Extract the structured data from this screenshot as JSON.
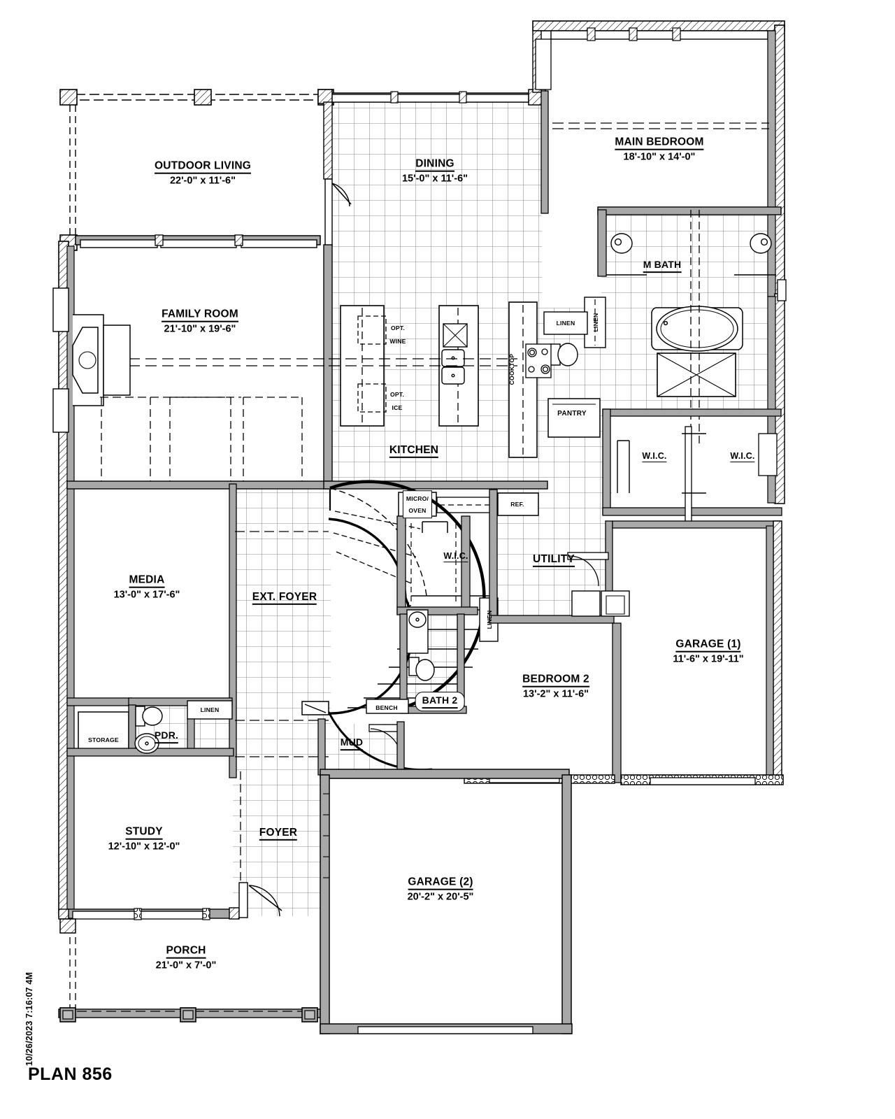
{
  "document": {
    "title": "PLAN 856",
    "datestamp": "10/26/2023 7:16:07 4M",
    "type": "architectural-floor-plan"
  },
  "rooms": [
    {
      "id": "outdoor-living",
      "name": "OUTDOOR LIVING",
      "dimensions": "22'-0\" x 11'-6\""
    },
    {
      "id": "dining",
      "name": "DINING",
      "dimensions": "15'-0\" x 11'-6\""
    },
    {
      "id": "main-bedroom",
      "name": "MAIN BEDROOM",
      "dimensions": "18'-10\" x 14'-0\""
    },
    {
      "id": "family-room",
      "name": "FAMILY ROOM",
      "dimensions": "21'-10\" x 19'-6\""
    },
    {
      "id": "kitchen",
      "name": "KITCHEN",
      "dimensions": ""
    },
    {
      "id": "m-bath",
      "name": "M BATH",
      "dimensions": ""
    },
    {
      "id": "media",
      "name": "MEDIA",
      "dimensions": "13'-0\" x 17'-6\""
    },
    {
      "id": "ext-foyer",
      "name": "EXT. FOYER",
      "dimensions": ""
    },
    {
      "id": "utility",
      "name": "UTILITY",
      "dimensions": ""
    },
    {
      "id": "garage-1",
      "name": "GARAGE (1)",
      "dimensions": "11'-6\" x 19'-11\""
    },
    {
      "id": "bedroom-2",
      "name": "BEDROOM 2",
      "dimensions": "13'-2\" x 11'-6\""
    },
    {
      "id": "study",
      "name": "STUDY",
      "dimensions": "12'-10\" x 12'-0\""
    },
    {
      "id": "foyer",
      "name": "FOYER",
      "dimensions": ""
    },
    {
      "id": "garage-2",
      "name": "GARAGE (2)",
      "dimensions": "20'-2\" x 20'-5\""
    },
    {
      "id": "porch",
      "name": "PORCH",
      "dimensions": "21'-0\" x 7'-0\""
    },
    {
      "id": "pdr",
      "name": "PDR.",
      "dimensions": ""
    },
    {
      "id": "mud",
      "name": "MUD",
      "dimensions": ""
    },
    {
      "id": "bath-2",
      "name": "BATH 2",
      "dimensions": ""
    }
  ],
  "closets": [
    {
      "id": "wic-main-left",
      "name": "W.I.C."
    },
    {
      "id": "wic-main-right",
      "name": "W.I.C."
    },
    {
      "id": "wic-bedroom2",
      "name": "W.I.C."
    },
    {
      "id": "pantry",
      "name": "PANTRY"
    },
    {
      "id": "linen-bath-h",
      "name": "LINEN"
    },
    {
      "id": "linen-bath-v",
      "name": "LINEN"
    },
    {
      "id": "linen-mbath",
      "name": "LINEN"
    },
    {
      "id": "linen-utility",
      "name": "LINEN"
    },
    {
      "id": "linen-pdr",
      "name": "LINEN"
    },
    {
      "id": "storage",
      "name": "STORAGE"
    }
  ],
  "appliances": [
    {
      "id": "opt-wine",
      "name": "OPT.\nWINE",
      "line1": "OPT.",
      "line2": "WINE"
    },
    {
      "id": "opt-ice",
      "name": "OPT.\nICE",
      "line1": "OPT.",
      "line2": "ICE"
    },
    {
      "id": "cooktop",
      "name": "COOKTOP"
    },
    {
      "id": "micro-oven",
      "name": "MICRO/OVEN",
      "line1": "MICRO/",
      "line2": "OVEN"
    },
    {
      "id": "refrigerator",
      "name": "REF."
    },
    {
      "id": "bench",
      "name": "BENCH"
    }
  ],
  "colors": {
    "wall": "#000000",
    "wall_fill": "#a8a8a8",
    "tile_grid": "#8c8c8c",
    "background": "#ffffff",
    "hatch": "#000000"
  }
}
